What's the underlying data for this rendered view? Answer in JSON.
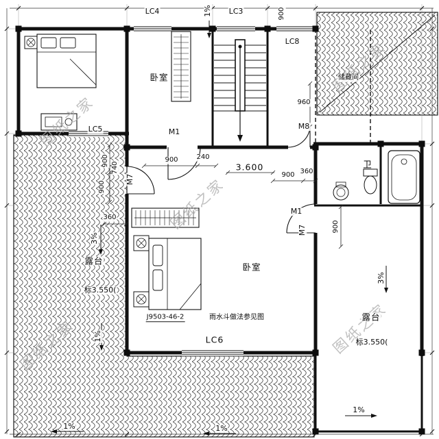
{
  "watermark": {
    "text": "图纸之家"
  },
  "rooms": {
    "bedroom": "卧室",
    "storage": "储藏间",
    "bathroom": "卫",
    "terrace": "露台"
  },
  "windows": {
    "lc3": "LC3",
    "lc4": "LC4",
    "lc5": "LC5",
    "lc6": "LC6",
    "lc8": "LC8"
  },
  "doors": {
    "m1": "M1",
    "m7": "M7",
    "m8": "M8"
  },
  "dimensions": {
    "d240": "240",
    "d360": "360",
    "d740": "740",
    "d900": "900",
    "d960": "960",
    "d3600": "3.600"
  },
  "slopes": {
    "p1": "1%",
    "p3": "3%"
  },
  "annotations": {
    "elevation": "标3.550(",
    "drawing_no": "J9503-46-2",
    "rain_note": "雨水斗做法参见图"
  },
  "colors": {
    "line": "#141414",
    "watermark": "#ababab",
    "hatch": "#2a2a2a"
  }
}
